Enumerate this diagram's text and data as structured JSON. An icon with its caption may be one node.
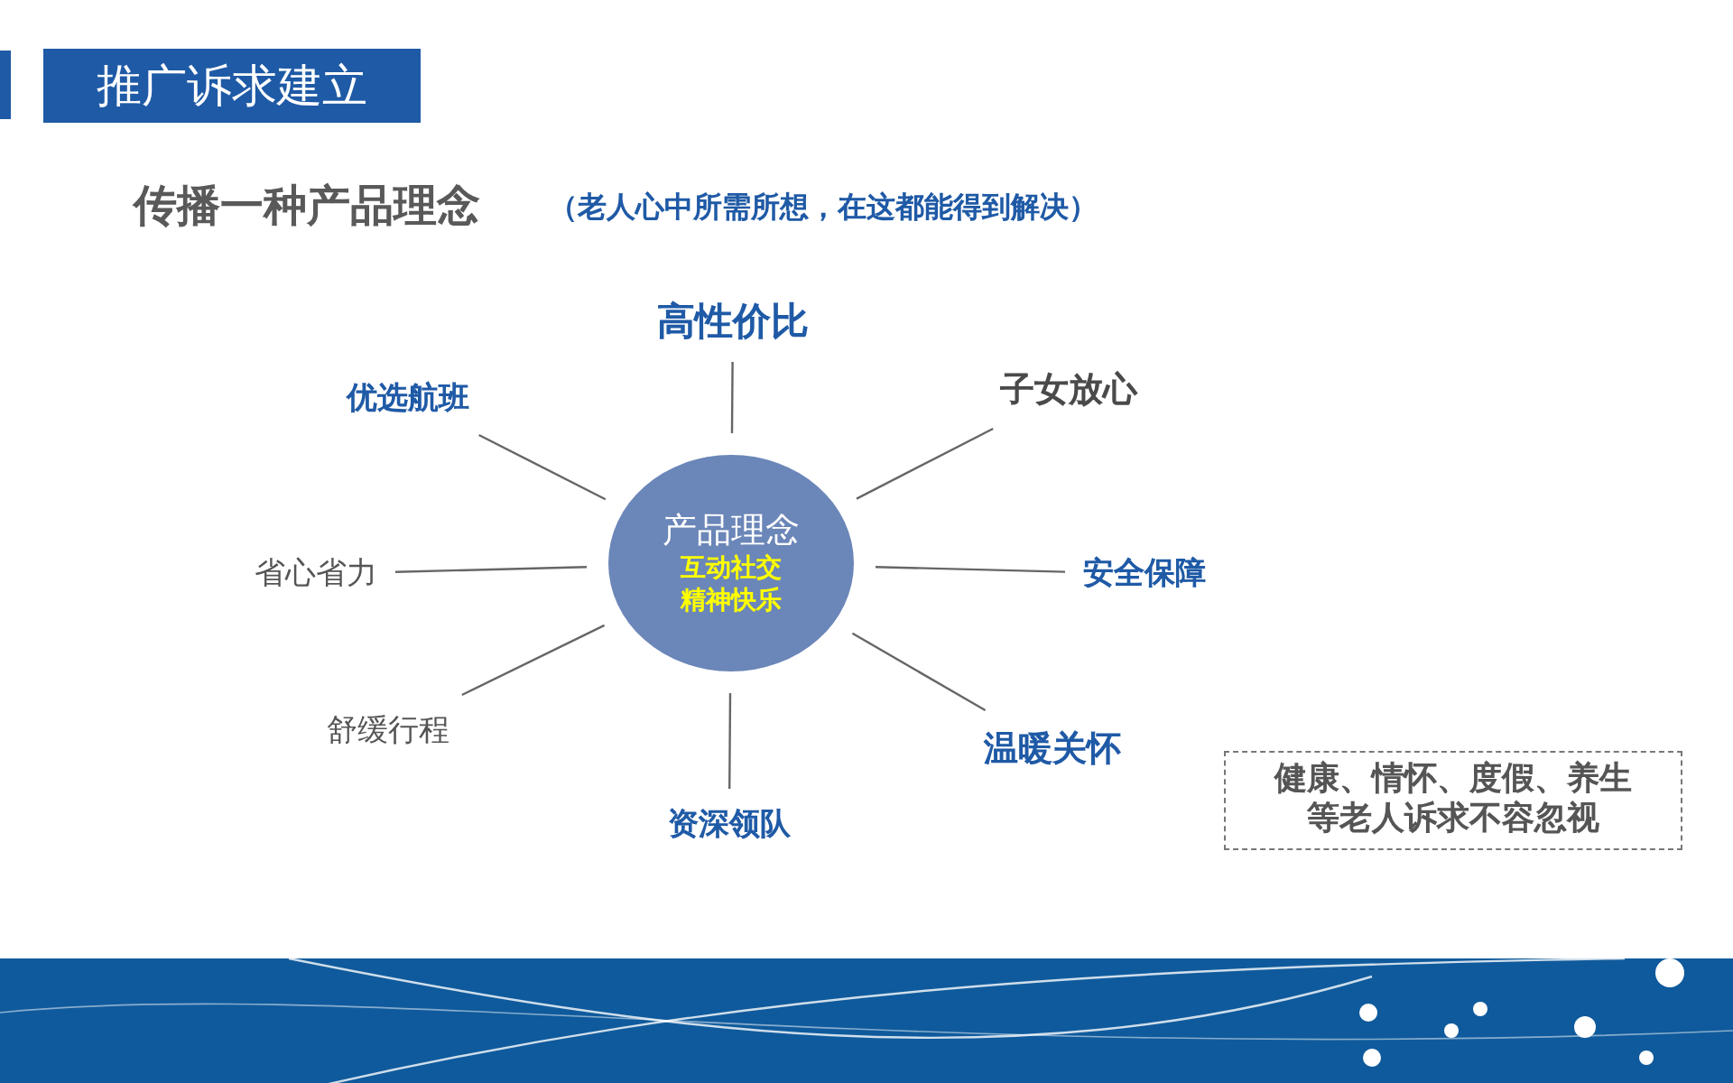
{
  "diagram": {
    "title": "推广诉求建立",
    "nodes": [
      {
        "text": [
          "产品理念",
          "互动社交",
          "精神快乐"
        ]
      },
      {
        "text": [
          "高性价比"
        ]
      },
      {
        "text": [
          "子女放心"
        ]
      },
      {
        "text": [
          "安全保障"
        ]
      },
      {
        "text": [
          "温暖关怀"
        ]
      },
      {
        "text": [
          "资深领队"
        ]
      },
      {
        "text": [
          "舒缓行程"
        ]
      },
      {
        "text": [
          "省心省力"
        ]
      },
      {
        "text": [
          "优选航班"
        ]
      },
      {
        "text": [
          "健康、情怀、度假、养生等老人诉求不容忽视"
        ]
      }
    ],
    "edges": [
      {
        "from": 0,
        "to": 1,
        "arrow": "none"
      },
      {
        "from": 0,
        "to": 2,
        "arrow": "none"
      },
      {
        "from": 0,
        "to": 3,
        "arrow": "none"
      },
      {
        "from": 0,
        "to": 4,
        "arrow": "none"
      },
      {
        "from": 0,
        "to": 5,
        "arrow": "none"
      },
      {
        "from": 0,
        "to": 6,
        "arrow": "none"
      },
      {
        "from": 0,
        "to": 7,
        "arrow": "none"
      },
      {
        "from": 0,
        "to": 8,
        "arrow": "none"
      }
    ],
    "labels": [
      "传播一种产品理念",
      "（老人心中所需所想，在这都能得到解决）"
    ]
  }
}
